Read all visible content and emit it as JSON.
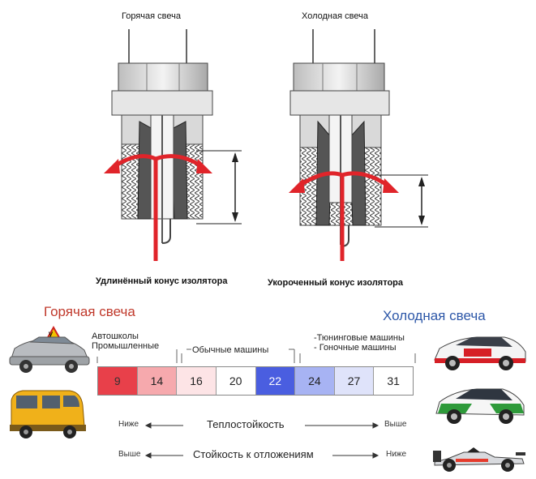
{
  "plugs": {
    "hot_title": "Горячая свеча",
    "cold_title": "Холодная свеча",
    "hot_caption": "Удлинённый конус изолятора",
    "cold_caption": "Укороченный конус изолятора"
  },
  "scale": {
    "hot_label": "Горячая свеча",
    "cold_label": "Холодная свеча",
    "categories": [
      {
        "lines": [
          "Автошколы",
          "Промышленные"
        ]
      },
      {
        "lines": [
          "Обычные машины"
        ]
      },
      {
        "lines": [
          "-Тюнинговые машины",
          "- Гоночные машины"
        ]
      }
    ],
    "values": [
      "9",
      "14",
      "16",
      "20",
      "22",
      "24",
      "27",
      "31"
    ],
    "cell_colors": [
      "#e8404a",
      "#f6a9ad",
      "#fde4e6",
      "#ffffff",
      "#4a5ee0",
      "#a7b3f3",
      "#dfe3fa",
      "#ffffff"
    ],
    "cell_text_colors": [
      "#333333",
      "#222222",
      "#222222",
      "#222222",
      "#ffffff",
      "#222222",
      "#222222",
      "#222222"
    ],
    "hot_color": "#c0392b",
    "cold_color": "#2d57a8"
  },
  "legend": {
    "heat": {
      "left": "Ниже",
      "center": "Теплостойкость",
      "right": "Выше"
    },
    "deposit": {
      "left": "Выше",
      "center": "Стойкость к отложениям",
      "right": "Ниже"
    }
  }
}
